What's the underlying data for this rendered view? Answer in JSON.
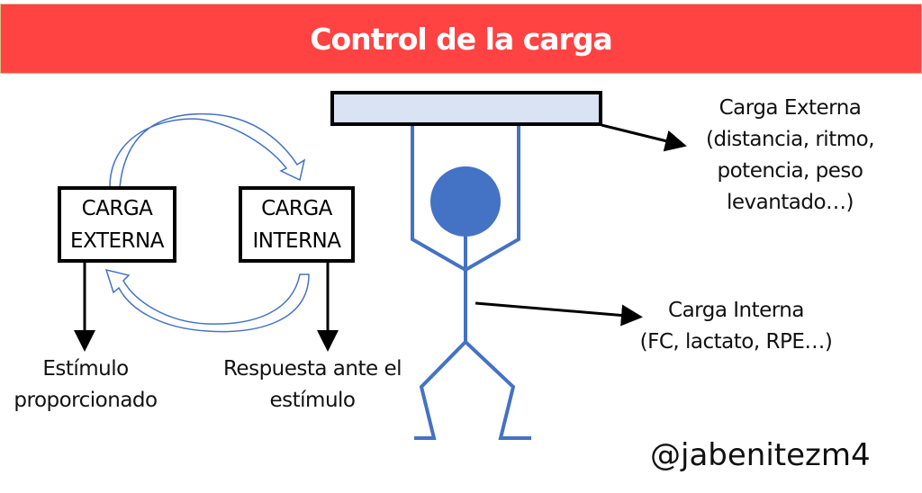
{
  "title": "Control de la carga",
  "boxes": {
    "external": {
      "line1": "CARGA",
      "line2": "EXTERNA"
    },
    "internal": {
      "line1": "CARGA",
      "line2": "INTERNA"
    }
  },
  "outcomes": {
    "external": {
      "line1": "Estímulo",
      "line2": "proporcionado"
    },
    "internal": {
      "line1": "Respuesta ante el",
      "line2": "estímulo"
    }
  },
  "labels": {
    "external": {
      "line1": "Carga Externa",
      "line2": "(distancia, ritmo,",
      "line3": "potencia, peso",
      "line4": "levantado…)"
    },
    "internal": {
      "line1": "Carga Interna",
      "line2": "(FC, lactato, RPE…)"
    }
  },
  "handle": "@jabenitezm4",
  "colors": {
    "header": "#ff4343",
    "figure": "#4472c4",
    "bar_fill": "#dae3f3"
  }
}
